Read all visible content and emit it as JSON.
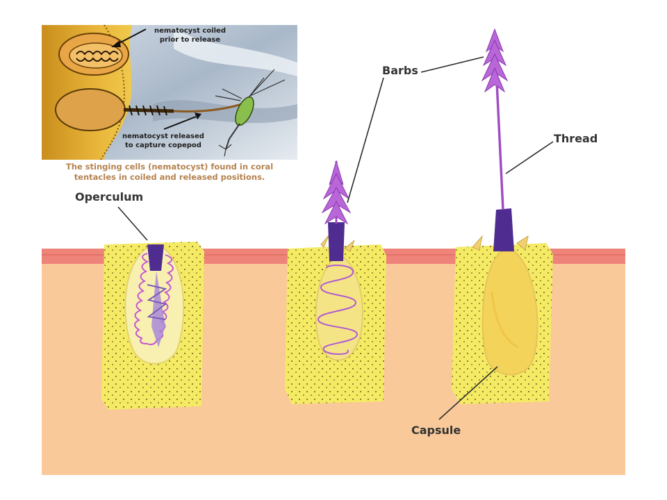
{
  "inset": {
    "label_coiled_line1": "nematocyst coiled",
    "label_coiled_line2": "prior to release",
    "label_released_line1": "nematocyst released",
    "label_released_line2": "to capture copepod",
    "caption_line1": "The stinging cells (nematocyst) found in coral",
    "caption_line2": "tentacles in coiled and released positions."
  },
  "labels": {
    "operculum": "Operculum",
    "barbs": "Barbs",
    "thread": "Thread",
    "capsule": "Capsule"
  },
  "colors": {
    "tissue": "#f9c99a",
    "surface_band": "#ee8379",
    "cell_yellow": "#f5ea64",
    "capsule_yellow": "#f4d35a",
    "thread_purple": "#a04dc4",
    "coil_pink": "#c655d0",
    "operculum_violet": "#4e2c90",
    "caption_tan": "#b5824f"
  }
}
